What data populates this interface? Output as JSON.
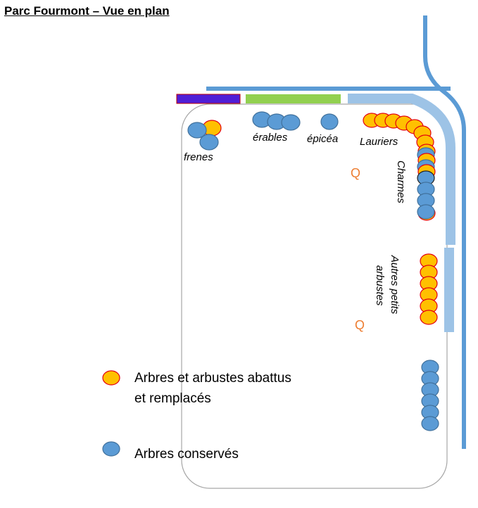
{
  "title": "Parc Fourmont – Vue en plan",
  "labels": {
    "frenes": "frenes",
    "erables": "érables",
    "epicea": "épicéa",
    "lauriers": "Lauriers",
    "charmes": "Charmes",
    "autres_line1": "Autres petits",
    "autres_line2": "arbustes"
  },
  "markers": {
    "q": "Q"
  },
  "legend": {
    "felled_line1": "Arbres et arbustes abattus",
    "felled_line2": "et remplacés",
    "kept": "Arbres conservés"
  },
  "colors": {
    "felled_fill": "#ffc000",
    "felled_stroke": "#e3000f",
    "kept_fill": "#5b9bd5",
    "kept_stroke": "#41719c",
    "road": "#5b9bd5",
    "path_light": "#9dc3e6",
    "fence_purple": "#4f1ed6",
    "fence_green": "#92d050",
    "park_border": "#a6a6a6",
    "q_color": "#ed7d31"
  }
}
